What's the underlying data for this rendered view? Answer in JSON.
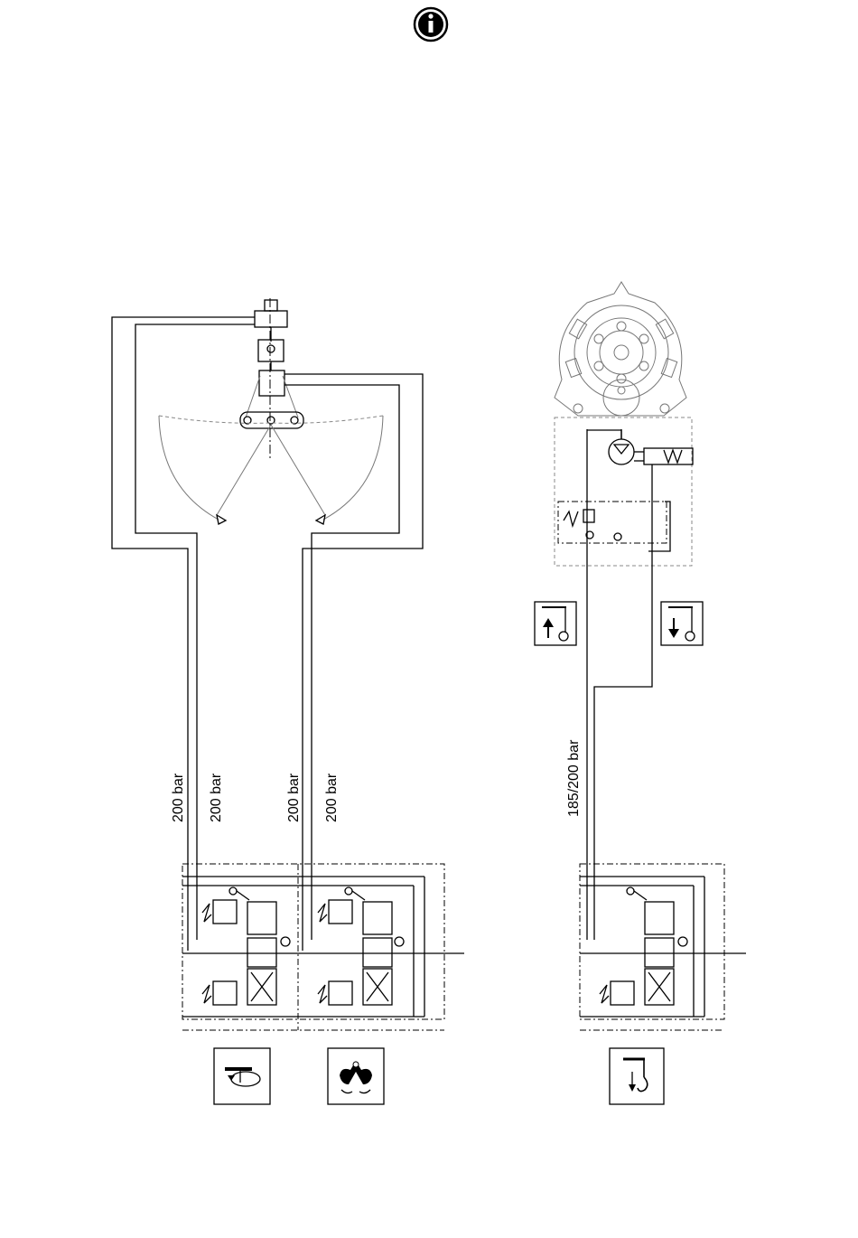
{
  "header": {
    "icon": "info-icon"
  },
  "labels": {
    "line_1": "200 bar",
    "line_2": "200 bar",
    "line_3": "200 bar",
    "line_4": "200 bar",
    "line_5": "185/200 bar"
  },
  "symbols": {
    "grab": "grab-bucket-symbol",
    "winch": "winch-drum-symbol",
    "hoist_up": "hoist-up-icon",
    "hoist_down": "hoist-down-icon",
    "slew": "slew-function-icon",
    "grab_open_close": "grab-open-close-icon",
    "hoist": "hoist-function-icon"
  }
}
